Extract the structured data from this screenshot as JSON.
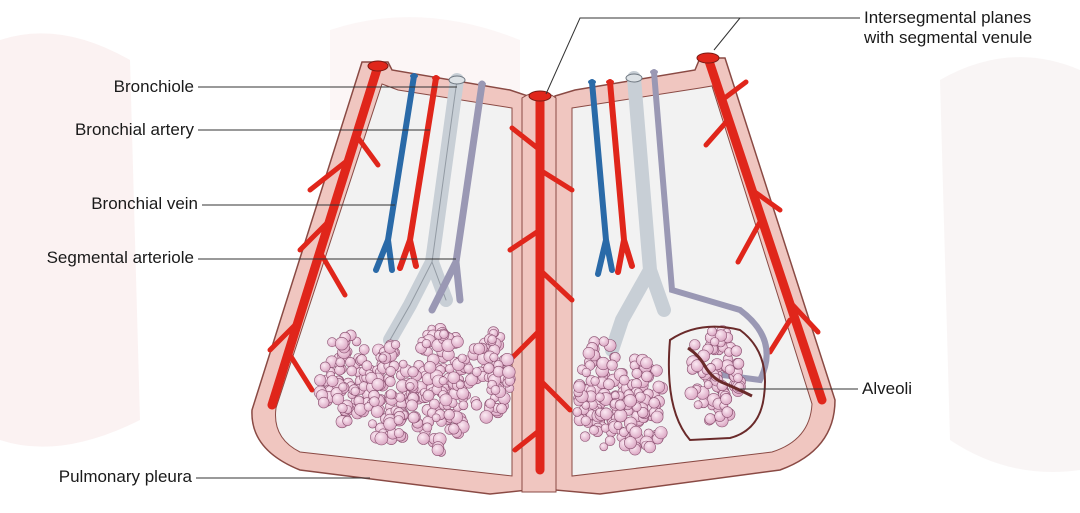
{
  "labels": {
    "bronchiole": "Bronchiole",
    "bronchial_artery": "Bronchial artery",
    "bronchial_vein": "Bronchial vein",
    "segmental_arteriole": "Segmental arteriole",
    "pulmonary_pleura": "Pulmonary pleura",
    "intersegmental_line1": "Intersegmental planes",
    "intersegmental_line2": "with segmental venule",
    "alveoli": "Alveoli"
  },
  "colors": {
    "pleura_fill": "#f0c6c0",
    "pleura_stroke": "#8a4a44",
    "interior": "#f2f2f2",
    "vein_red": "#e0261b",
    "bronchial_vein_blue": "#2a6aa8",
    "bronchiole_grey": "#c8cfd6",
    "arteriole_purple": "#9a98b4",
    "alveoli_pink": "#e8b8d0",
    "background_tint": "#f6eaea"
  }
}
